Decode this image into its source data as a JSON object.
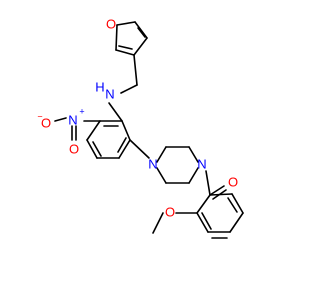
{
  "colors": {
    "bond": "#000000",
    "nitrogen": "#0000ff",
    "oxygen": "#ff0000",
    "background": "#ffffff"
  },
  "atoms": {
    "furan_o": "O",
    "amine_n": "N",
    "amine_h": "H",
    "nitro_n": "N",
    "nitro_n_charge": "+",
    "nitro_o_left": "O",
    "nitro_o_left_charge": "−",
    "nitro_o_bottom": "O",
    "piperazine_n1": "N",
    "piperazine_n2": "N",
    "carbonyl_o": "O",
    "methoxy_o": "O"
  }
}
